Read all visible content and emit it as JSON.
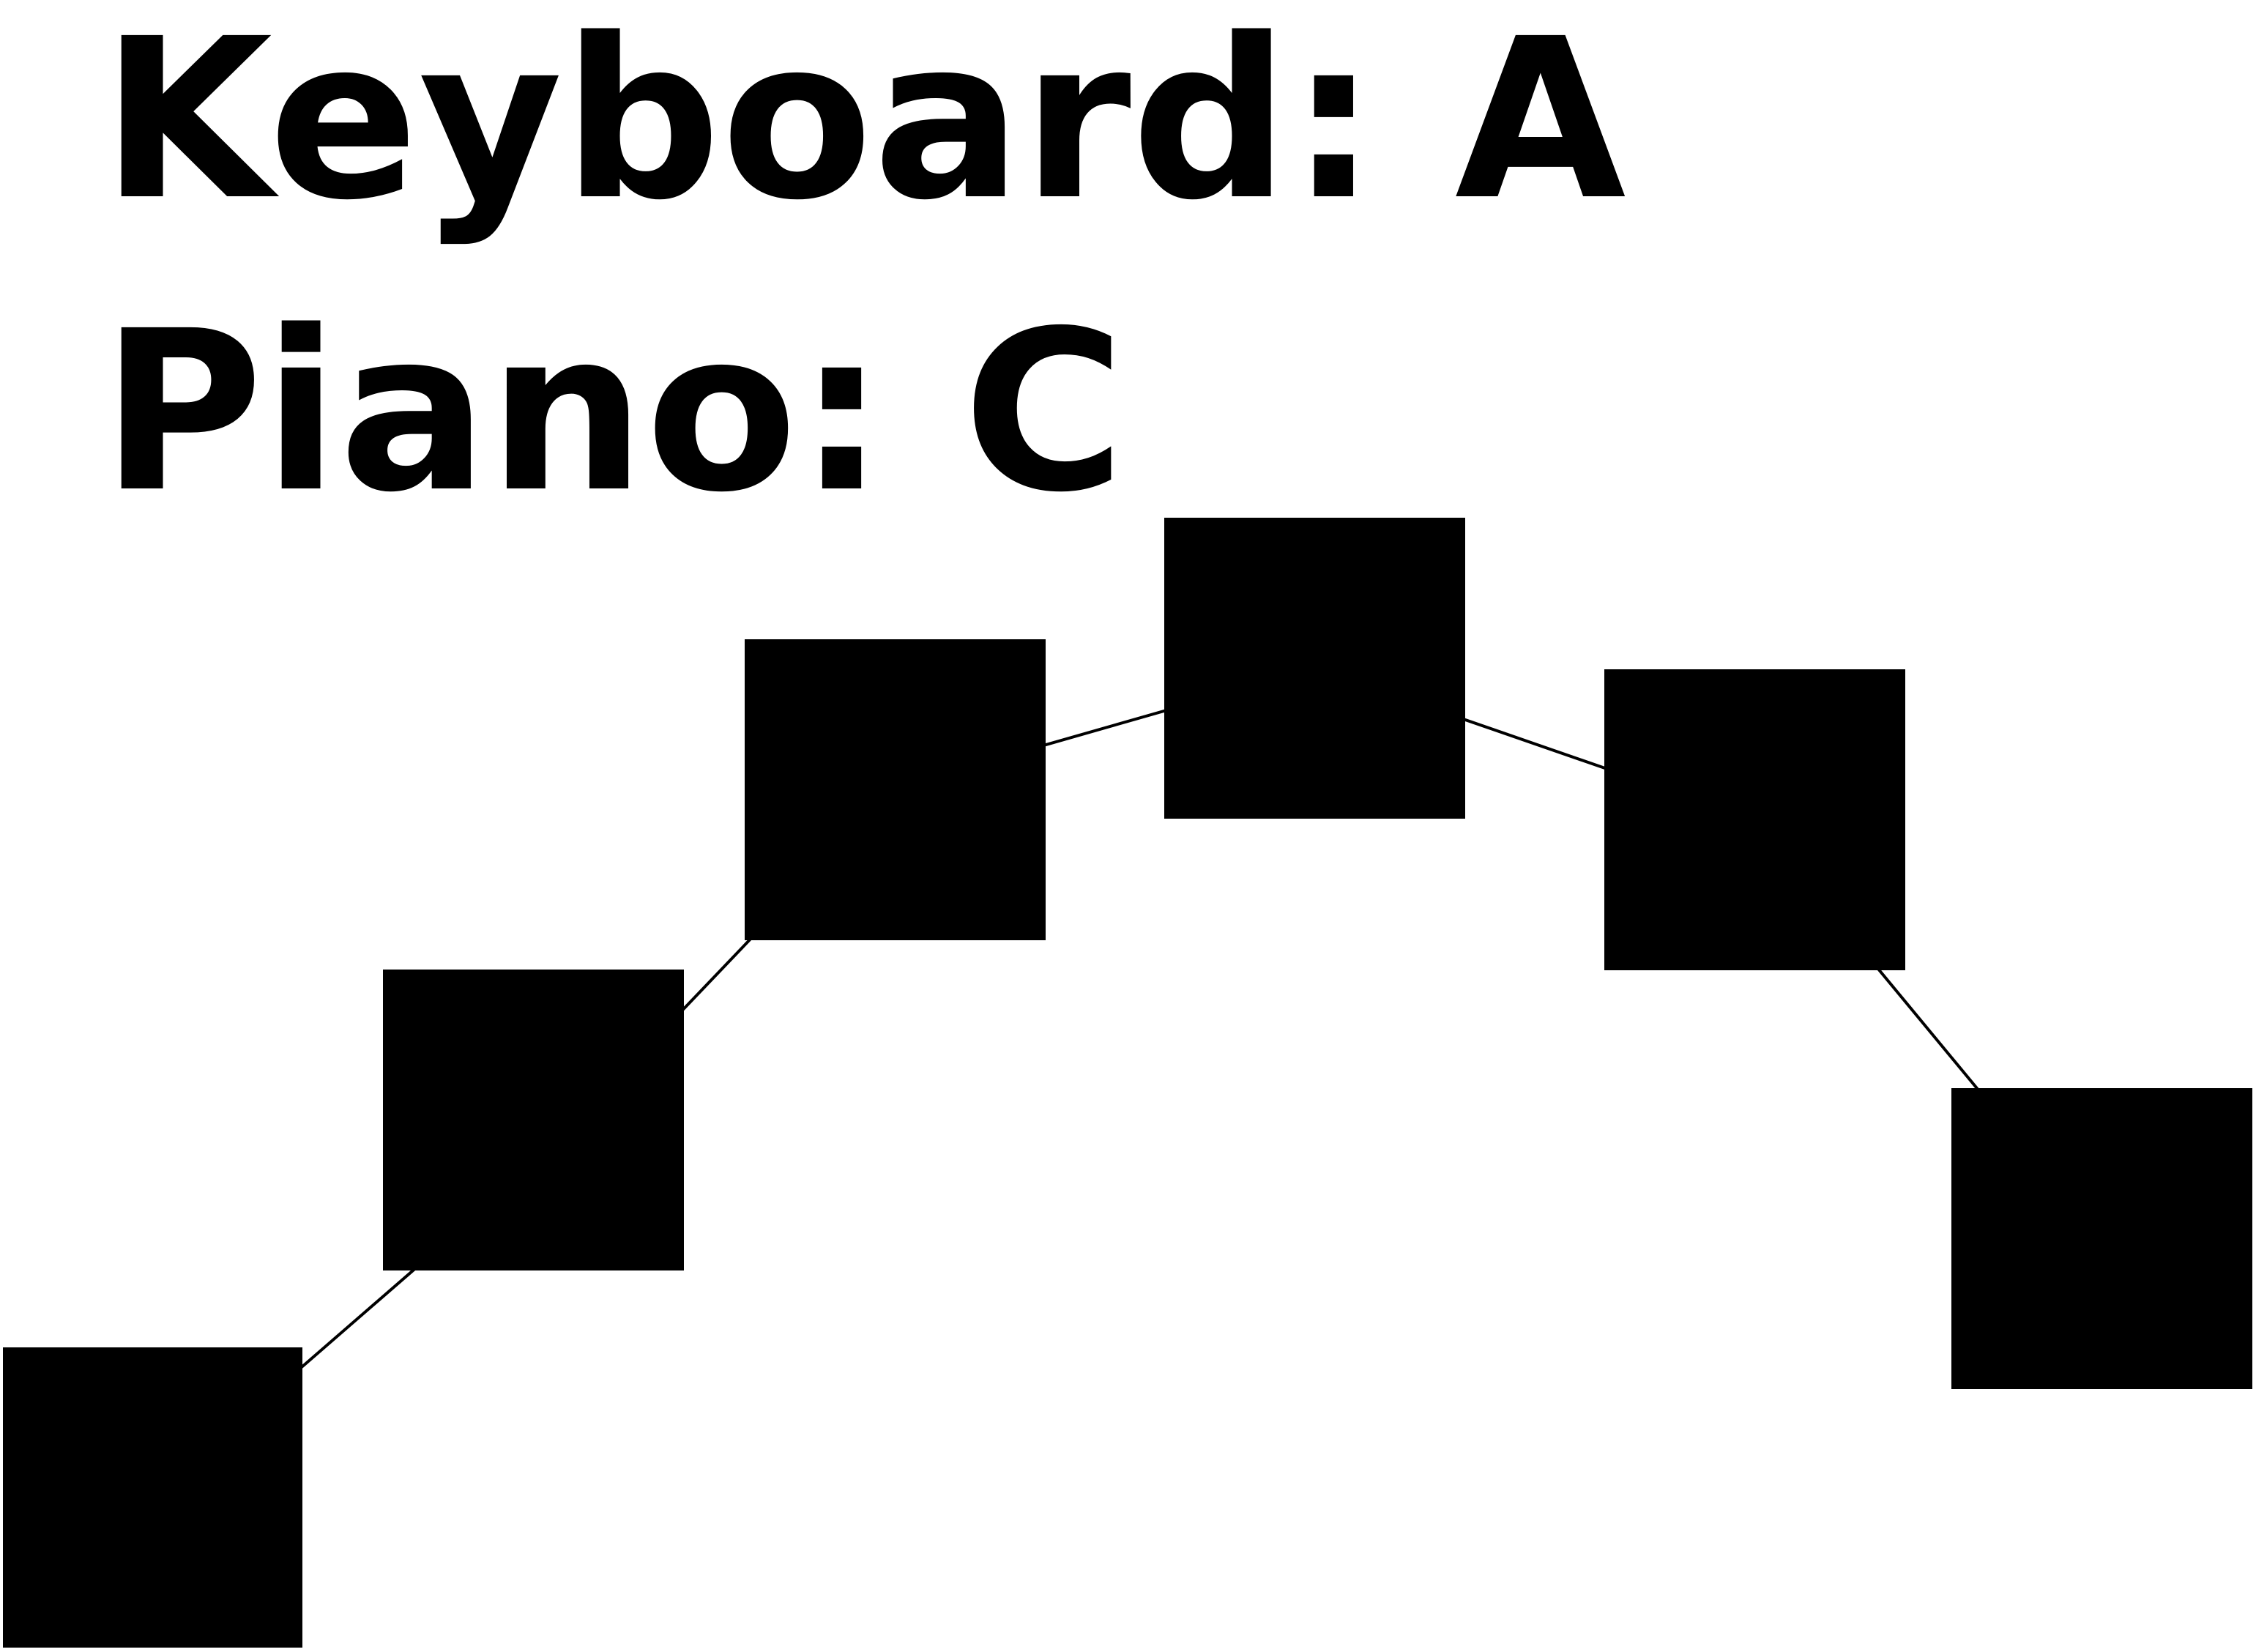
{
  "labels": {
    "keyboard": "Keyboard: A",
    "piano": "Piano: C"
  },
  "diagram": {
    "nodes": [
      "node-1",
      "node-2",
      "node-3",
      "node-4",
      "node-5",
      "node-6"
    ],
    "node_color": "#000000",
    "line_color": "#000000"
  }
}
